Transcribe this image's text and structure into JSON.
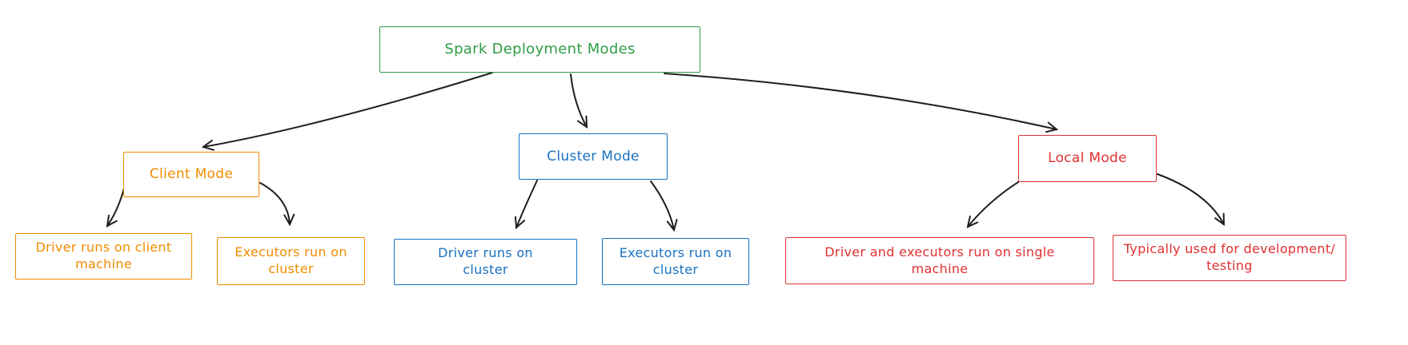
{
  "diagram": {
    "title": "Spark Deployment Modes diagram",
    "background": "#ffffff",
    "arrow_color": "#1e1e1e",
    "root": {
      "id": "root",
      "label": "Spark Deployment Modes",
      "color": "#2f9e44"
    },
    "branches": [
      {
        "id": "client-mode",
        "label": "Client Mode",
        "color": "#f08c00",
        "children": [
          {
            "id": "client-driver",
            "label": "Driver runs on client\nmachine"
          },
          {
            "id": "client-executors",
            "label": "Executors run on\ncluster"
          }
        ]
      },
      {
        "id": "cluster-mode",
        "label": "Cluster Mode",
        "color": "#1971c2",
        "children": [
          {
            "id": "cluster-driver",
            "label": "Driver runs on\ncluster"
          },
          {
            "id": "cluster-executors",
            "label": "Executors run on\ncluster"
          }
        ]
      },
      {
        "id": "local-mode",
        "label": "Local Mode",
        "color": "#e03131",
        "children": [
          {
            "id": "local-single",
            "label": "Driver and executors run on single\nmachine"
          },
          {
            "id": "local-testing",
            "label": "Typically used for development/\ntesting"
          }
        ]
      }
    ],
    "edges": [
      {
        "from": "root",
        "to": "client-mode"
      },
      {
        "from": "root",
        "to": "cluster-mode"
      },
      {
        "from": "root",
        "to": "local-mode"
      },
      {
        "from": "client-mode",
        "to": "client-driver"
      },
      {
        "from": "client-mode",
        "to": "client-executors"
      },
      {
        "from": "cluster-mode",
        "to": "cluster-driver"
      },
      {
        "from": "cluster-mode",
        "to": "cluster-executors"
      },
      {
        "from": "local-mode",
        "to": "local-single"
      },
      {
        "from": "local-mode",
        "to": "local-testing"
      }
    ]
  }
}
